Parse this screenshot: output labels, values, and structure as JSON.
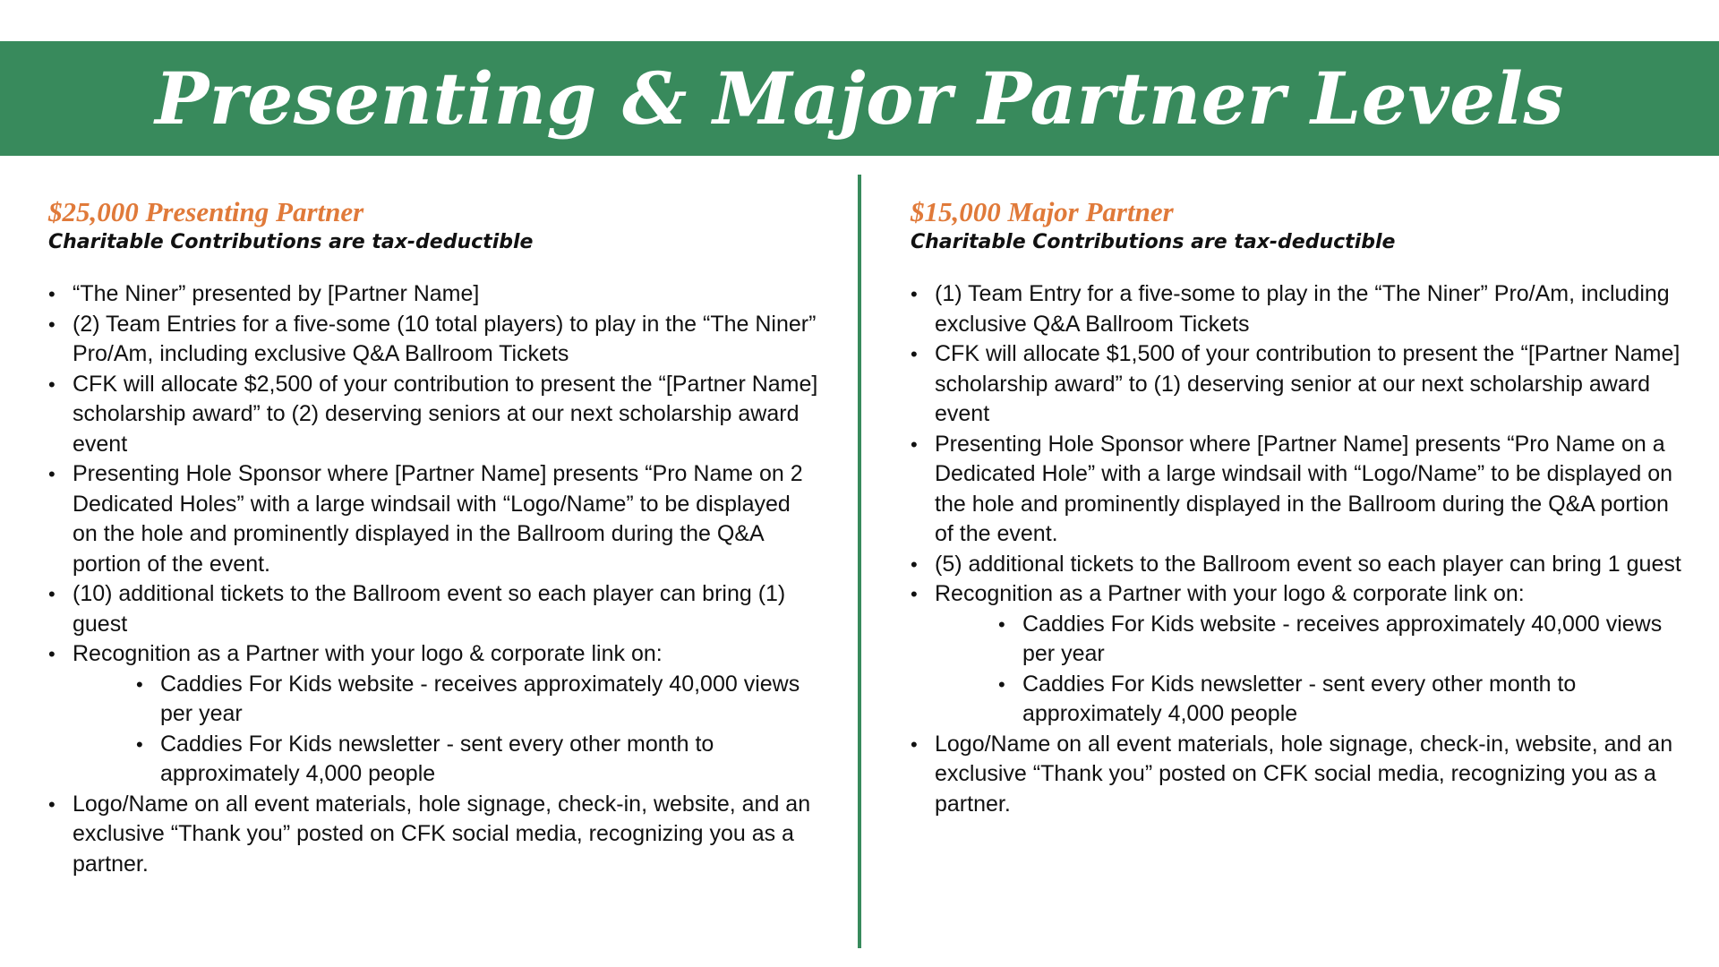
{
  "header": {
    "title": "Presenting & Major Partner Levels"
  },
  "colors": {
    "banner": "#388a5c",
    "accent": "#e07a3a",
    "divider": "#388a5c"
  },
  "left": {
    "title": "$25,000 Presenting Partner",
    "note": "Charitable Contributions are tax-deductible",
    "bullets": [
      "“The Niner” presented by [Partner Name]",
      "(2) Team Entries for a five-some (10 total players) to play in the “The Niner” Pro/Am, including exclusive Q&A Ballroom Tickets",
      "CFK will allocate $2,500 of your contribution to present the “[Partner Name] scholarship award” to (2) deserving seniors at our next scholarship award event",
      "Presenting Hole Sponsor where [Partner Name] presents “Pro Name on 2 Dedicated Holes” with a large windsail with “Logo/Name” to be displayed on the hole and prominently displayed in the Ballroom during the Q&A portion of the event.",
      "(10) additional tickets to the Ballroom event so each player can bring (1) guest",
      "Recognition as a Partner with your logo & corporate link on:",
      "Logo/Name on all event materials, hole signage, check-in, website, and an exclusive “Thank you” posted on CFK social media, recognizing you as a partner."
    ],
    "sub_bullets": [
      "Caddies For Kids website - receives approximately 40,000 views per year",
      "Caddies For Kids newsletter - sent every other month to approximately 4,000 people"
    ]
  },
  "right": {
    "title": "$15,000 Major Partner",
    "note": "Charitable Contributions are tax-deductible",
    "bullets": [
      "(1) Team Entry for a five-some to play in the “The Niner” Pro/Am, including exclusive Q&A Ballroom Tickets",
      "CFK will allocate $1,500 of your contribution to present the “[Partner Name] scholarship award” to (1) deserving senior at our next scholarship award event",
      "Presenting Hole Sponsor where [Partner Name] presents “Pro Name on a Dedicated Hole” with a large windsail with “Logo/Name” to be displayed on the hole and prominently displayed in the Ballroom during the Q&A portion of the event.",
      "(5) additional tickets to the Ballroom event so each player can bring 1 guest",
      "Recognition as a Partner with your logo & corporate link on:",
      "Logo/Name on all event materials, hole signage, check-in, website, and an exclusive “Thank you” posted on CFK social media, recognizing you as a partner."
    ],
    "sub_bullets": [
      "Caddies For Kids website - receives approximately 40,000 views per year",
      "Caddies For Kids newsletter - sent every other month to approximately 4,000 people"
    ]
  }
}
